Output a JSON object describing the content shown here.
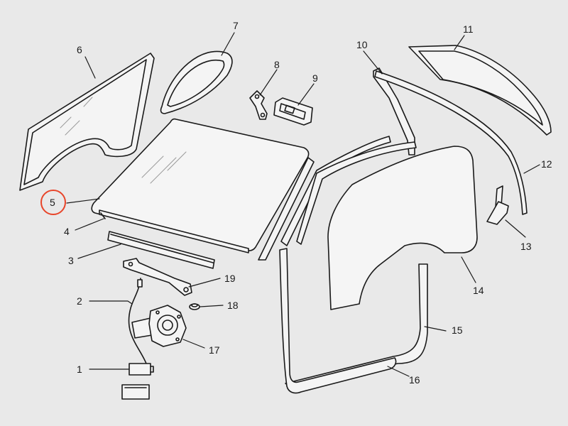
{
  "diagram": {
    "highlight_color": "#e8452a",
    "highlighted_part": "5",
    "callouts": [
      {
        "id": "1",
        "label": "1"
      },
      {
        "id": "2",
        "label": "2"
      },
      {
        "id": "3",
        "label": "3"
      },
      {
        "id": "4",
        "label": "4"
      },
      {
        "id": "5",
        "label": "5"
      },
      {
        "id": "6",
        "label": "6"
      },
      {
        "id": "7",
        "label": "7"
      },
      {
        "id": "8",
        "label": "8"
      },
      {
        "id": "9",
        "label": "9"
      },
      {
        "id": "10",
        "label": "10"
      },
      {
        "id": "11",
        "label": "11"
      },
      {
        "id": "12",
        "label": "12"
      },
      {
        "id": "13",
        "label": "13"
      },
      {
        "id": "14",
        "label": "14"
      },
      {
        "id": "15",
        "label": "15"
      },
      {
        "id": "16",
        "label": "16"
      },
      {
        "id": "17",
        "label": "17"
      },
      {
        "id": "18",
        "label": "18"
      },
      {
        "id": "19",
        "label": "19"
      }
    ]
  }
}
